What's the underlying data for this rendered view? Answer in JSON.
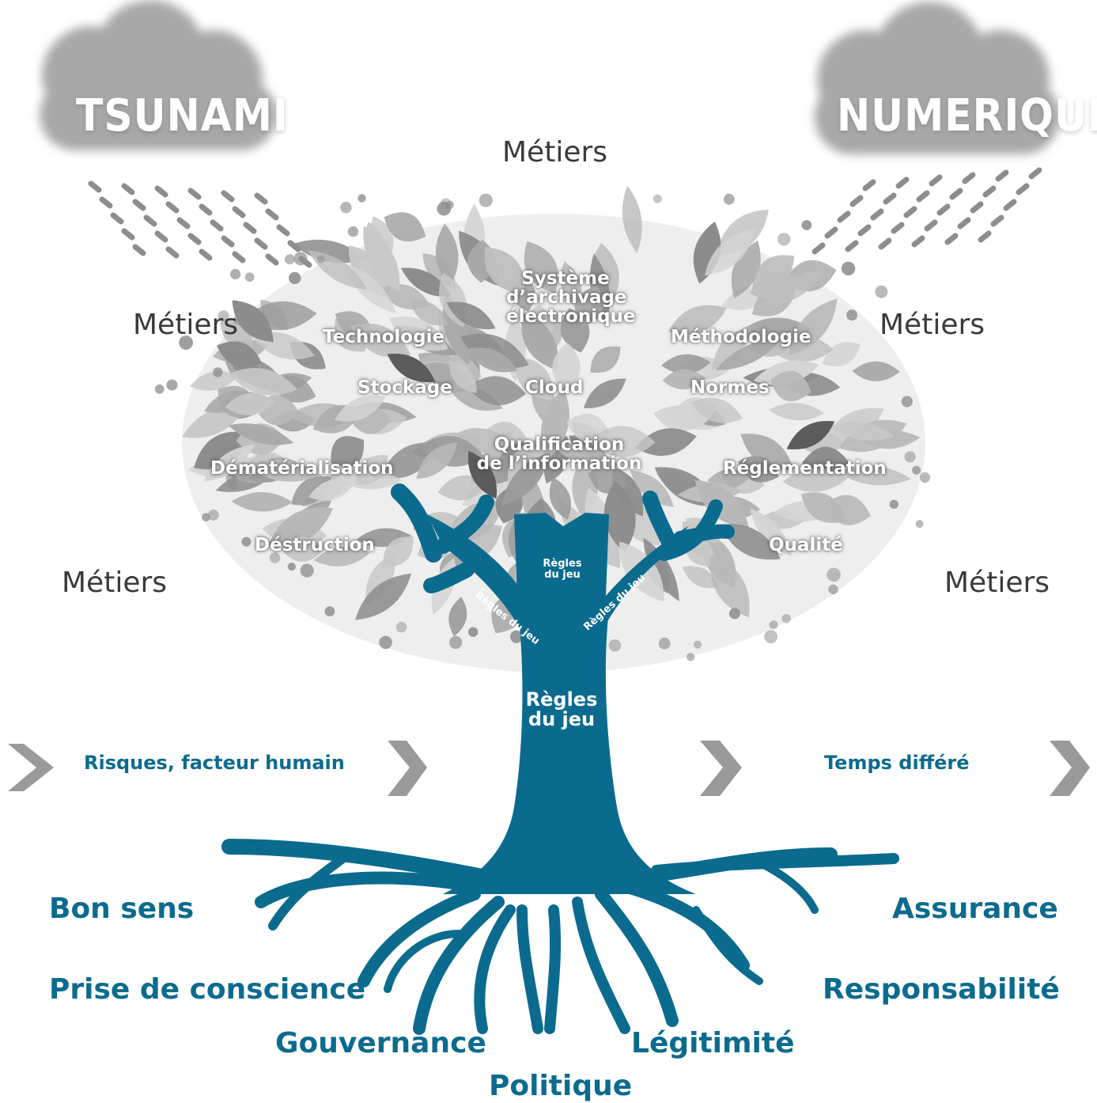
{
  "clouds": {
    "left": "TSUNAMI",
    "right": "NUMERIQUE"
  },
  "metiers": {
    "top": "Métiers",
    "left_upper": "Métiers",
    "right_upper": "Métiers",
    "left_lower": "Métiers",
    "right_lower": "Métiers"
  },
  "canopy": {
    "systeme": [
      "Système",
      "d’archivage",
      "électronique"
    ],
    "technologie": "Technologie",
    "methodologie": "Méthodologie",
    "stockage": "Stockage",
    "cloud": "Cloud",
    "normes": "Normes",
    "qualification": [
      "Qualification",
      "de l’information"
    ],
    "dematerialisation": "Dématérialisation",
    "reglementation": "Réglementation",
    "destruction": "Déstruction",
    "qualite": "Qualité"
  },
  "trunk": {
    "center_small": [
      "Règles",
      "du jeu"
    ],
    "left_branch": "Règles du jeu",
    "right_branch": "Règles du jeu",
    "main": [
      "Règles",
      "du jeu"
    ]
  },
  "flow": {
    "left": "Risques, facteur humain",
    "right": "Temps différé"
  },
  "roots": {
    "bon_sens": "Bon sens",
    "prise": "Prise de conscience",
    "gouvernance": "Gouvernance",
    "politique": "Politique",
    "legitimite": "Légitimité",
    "responsabilite": "Responsabilité",
    "assurance": "Assurance"
  },
  "colors": {
    "tree_blue": "#0b6b8e",
    "cloud_grey": "#a6a6a6",
    "chevron_grey": "#9a9a9a"
  },
  "icons": [
    "cloud-icon",
    "rain-icon",
    "chevron-right-icon",
    "tree-icon"
  ]
}
